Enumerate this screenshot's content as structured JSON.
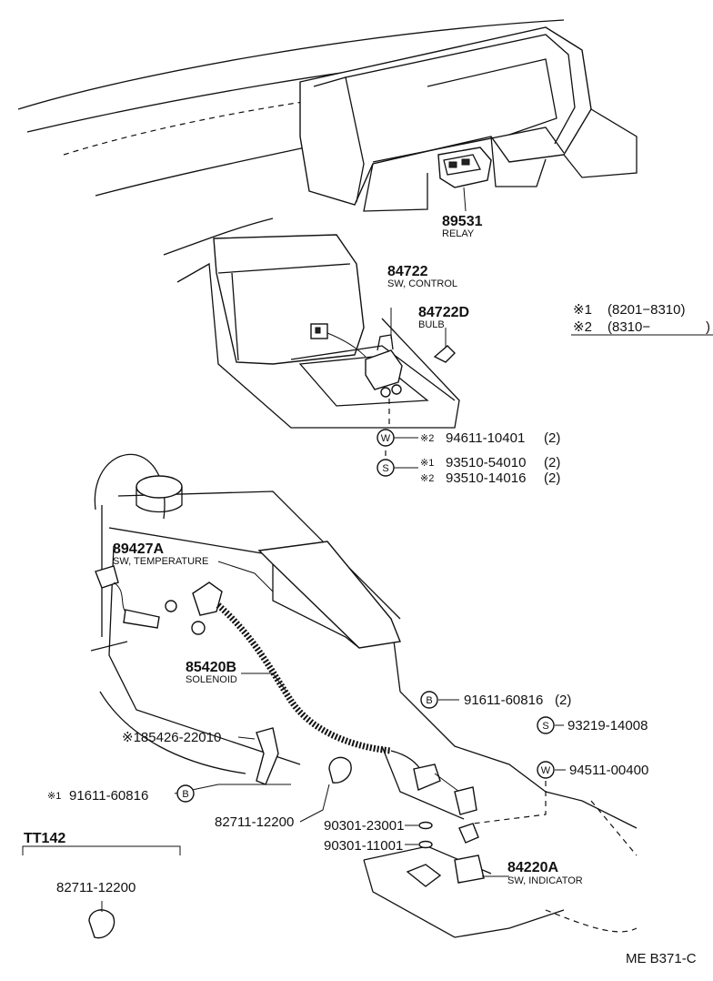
{
  "legend": {
    "note1_mark": "※1",
    "note1_range": "(8201−8310)",
    "note2_mark": "※2",
    "note2_range": "(8310−",
    "note2_close": ")"
  },
  "parts": {
    "relay": {
      "number": "89531",
      "desc": "RELAY"
    },
    "sw_control": {
      "number": "84722",
      "desc": "SW, CONTROL"
    },
    "bulb": {
      "number": "84722D",
      "desc": "BULB"
    },
    "washer_94611": {
      "symbol": "W",
      "mark": "※2",
      "number": "94611-10401",
      "qty": "(2)"
    },
    "screw_93510_a": {
      "symbol": "S",
      "mark": "※1",
      "number": "93510-54010",
      "qty": "(2)"
    },
    "screw_93510_b": {
      "mark": "※2",
      "number": "93510-14016",
      "qty": "(2)"
    },
    "sw_temperature": {
      "number": "89427A",
      "desc": "SW, TEMPERATURE"
    },
    "solenoid": {
      "number": "85420B",
      "desc": "SOLENOID"
    },
    "bolt_91611": {
      "symbol": "B",
      "number": "91611-60816",
      "qty": "(2)"
    },
    "screw_93219": {
      "symbol": "S",
      "number": "93219-14008"
    },
    "washer_94511": {
      "symbol": "W",
      "number": "94511-00400"
    },
    "part_85426": {
      "number": "※185426-22010"
    },
    "bolt_91611_b": {
      "mark": "※1",
      "number": "91611-60816",
      "symbol": "B"
    },
    "clamp_82711": {
      "number": "82711-12200"
    },
    "oring_90301_a": {
      "number": "90301-23001"
    },
    "oring_90301_b": {
      "number": "90301-11001"
    },
    "sw_indicator": {
      "number": "84220A",
      "desc": "SW, INDICATOR"
    }
  },
  "inset": {
    "title": "TT142",
    "number": "82711-12200"
  },
  "footer": {
    "code": "ME B371-C"
  }
}
